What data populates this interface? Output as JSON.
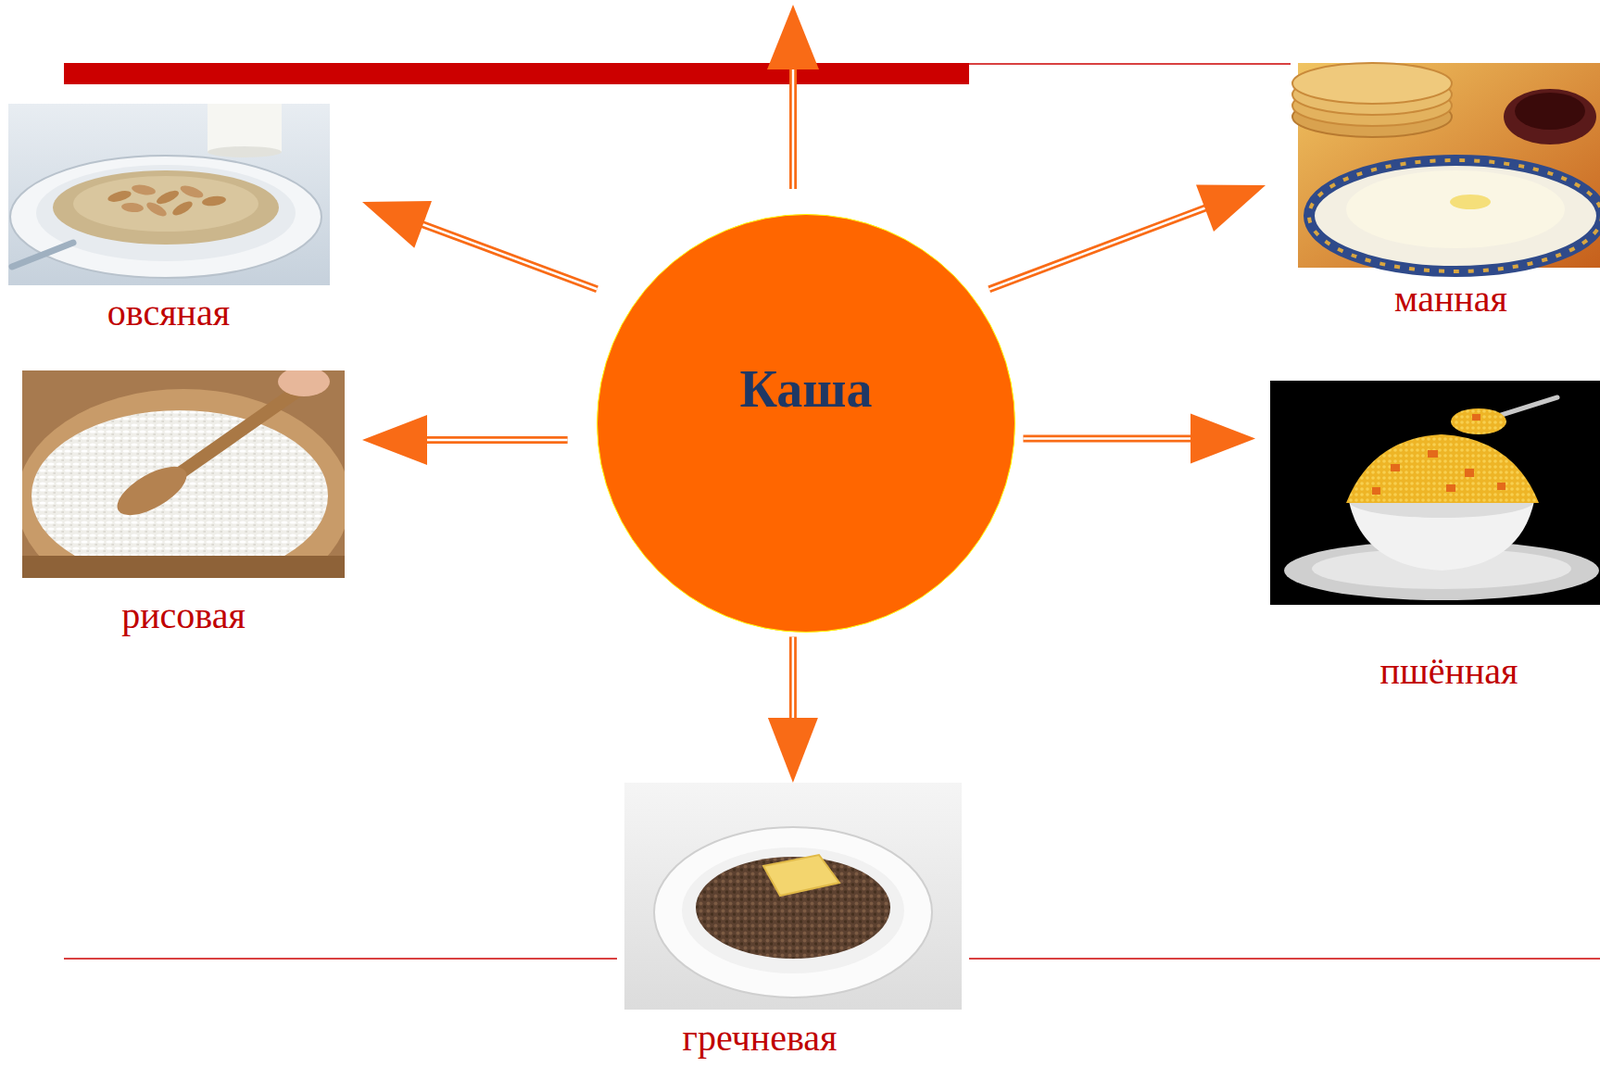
{
  "diagram": {
    "nodes": [
      {
        "text": [
          "Каша"
        ]
      },
      {
        "text": [
          "овсяная"
        ]
      },
      {
        "text": [
          "манная"
        ]
      },
      {
        "text": [
          "рисовая"
        ]
      },
      {
        "text": [
          "пшённая"
        ]
      },
      {
        "text": [
          "гречневая"
        ]
      }
    ],
    "edges": [
      {
        "from": 0,
        "to": 1,
        "arrow": "to"
      },
      {
        "from": 0,
        "to": 2,
        "arrow": "to"
      },
      {
        "from": 0,
        "to": 3,
        "arrow": "to"
      },
      {
        "from": 0,
        "to": 4,
        "arrow": "to"
      },
      {
        "from": 0,
        "to": 5,
        "arrow": "to"
      }
    ]
  }
}
